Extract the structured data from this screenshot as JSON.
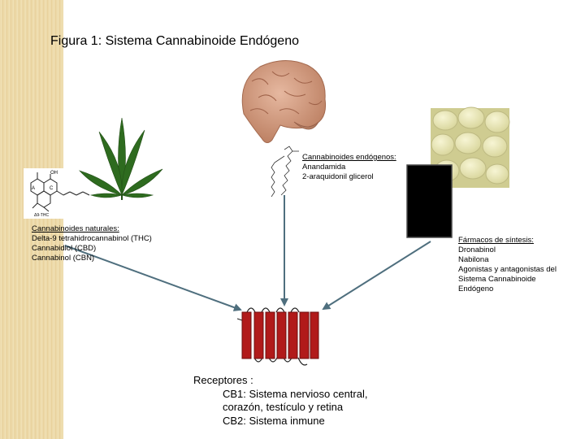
{
  "figure": {
    "title": "Figura 1: Sistema Cannabinoide Endógeno"
  },
  "natural": {
    "heading": "Cannabinoides naturales:",
    "items": [
      "Delta-9 tetrahidrocannabinol (THC)",
      "Cannabidiol (CBD)",
      "Cannabinol (CBN)"
    ],
    "molecule_labels": {
      "ring_a": "A",
      "ring_c": "C",
      "oh": "OH",
      "thc": "Δ9-THC"
    }
  },
  "endogenous": {
    "heading": "Cannabinoides endógenos:",
    "items": [
      "Anandamida",
      "2-araquidonil glicerol"
    ]
  },
  "synthetic": {
    "heading": "Fármacos de síntesis:",
    "items": [
      "Dronabinol",
      "Nabilona",
      "Agonistas y antagonistas del",
      "Sistema Cannabinoide",
      "Endógeno"
    ]
  },
  "receptors": {
    "heading": "Receptores :",
    "lines": [
      "CB1: Sistema nervioso central,",
      "corazón, testículo y retina",
      "CB2: Sistema inmune"
    ]
  },
  "colors": {
    "arrow": "#4f6f7e",
    "receptor": "#b11a1a",
    "leaf": "#2e6b1f",
    "brain": "#c98f72",
    "tablet": "#e8e6b6",
    "black_box": "#000000"
  }
}
